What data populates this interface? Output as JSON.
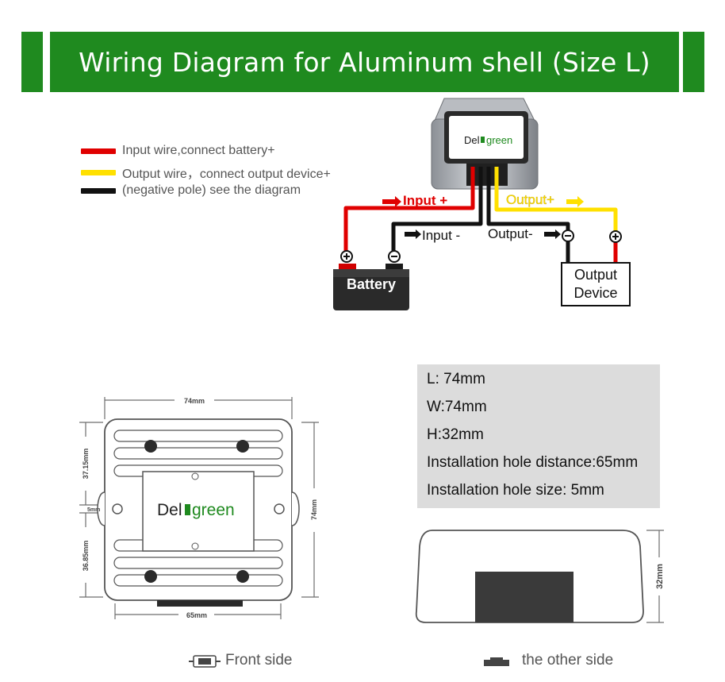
{
  "header": {
    "title": "Wiring Diagram for Aluminum shell (Size L)"
  },
  "legend": [
    {
      "color": "#e00000",
      "text": "Input wire,connect battery+"
    },
    {
      "color": "#ffe000",
      "text": "Output wire，connect  output device+"
    },
    {
      "color": "#111111",
      "text": "(negative pole) see the diagram"
    }
  ],
  "wiring": {
    "brand_prefix": "Del",
    "brand_suffix": "green",
    "input_plus": "Input +",
    "input_minus": "Input -",
    "output_plus": "Output+",
    "output_minus": "Output-",
    "battery": "Battery",
    "output_device_line1": "Output",
    "output_device_line2": "Device",
    "plus_symbol": "+",
    "minus_symbol": "−"
  },
  "front": {
    "brand_prefix": "Del",
    "brand_suffix": "green",
    "dim_top": "74mm",
    "dim_bottom": "65mm",
    "dim_right": "74mm",
    "dim_left_top": "37.15mm",
    "dim_left_mid": "5mm",
    "dim_left_bottom": "36.85mm"
  },
  "specs": {
    "length": "L: 74mm",
    "width": "W:74mm",
    "height": "H:32mm",
    "hole_distance": "Installation hole distance:65mm",
    "hole_size": "Installation hole size: 5mm"
  },
  "side": {
    "dim_height": "32mm"
  },
  "captions": {
    "front_side": "Front side",
    "other_side": "the other side"
  },
  "colors": {
    "brand_green": "#1f8a1f",
    "input_red": "#e00000",
    "output_yellow": "#ffe000",
    "wire_black": "#111111"
  }
}
